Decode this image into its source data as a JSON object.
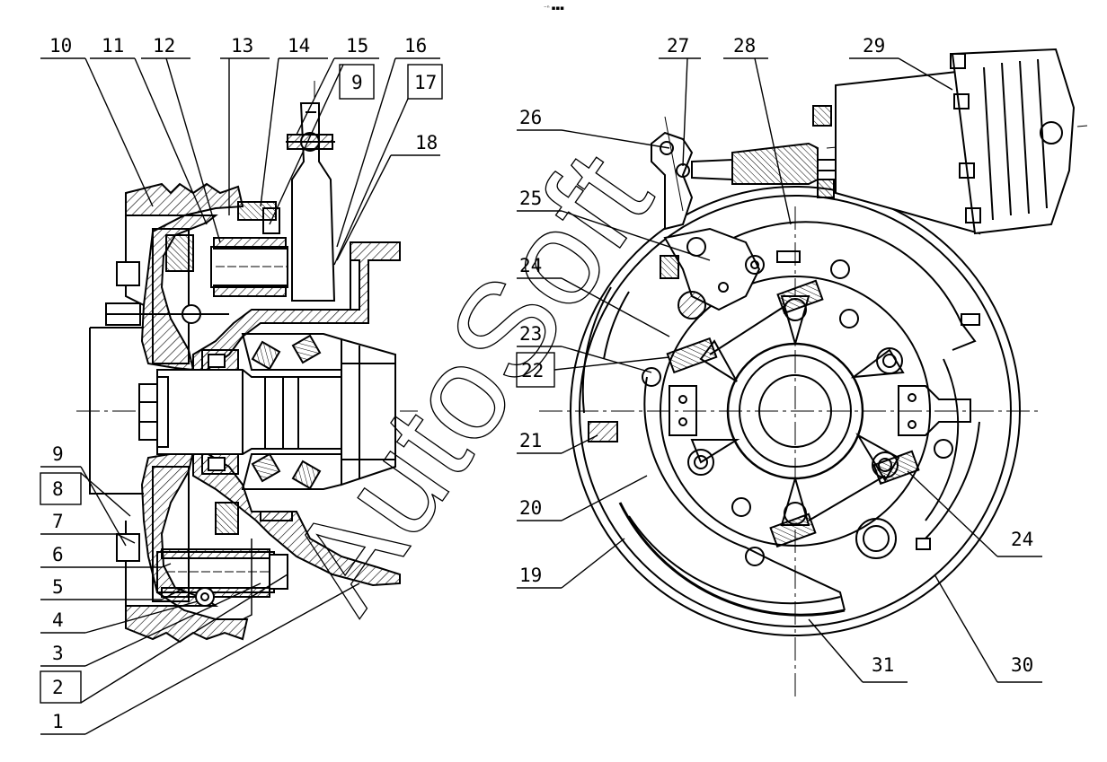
{
  "top_caption": "⁻ⁿ ▪▪▪",
  "watermark": "AutoSoft",
  "left_labels": {
    "l10": "10",
    "l11": "11",
    "l12": "12",
    "l13": "13",
    "l14": "14",
    "l15": "15",
    "l16": "16",
    "l9a": "9",
    "l17": "17",
    "l18": "18",
    "l9b": "9",
    "l8": "8",
    "l7": "7",
    "l6": "6",
    "l5": "5",
    "l4": "4",
    "l3": "3",
    "l2": "2",
    "l1": "1"
  },
  "right_labels": {
    "l27": "27",
    "l28": "28",
    "l29": "29",
    "l26": "26",
    "l25": "25",
    "l24a": "24",
    "l23": "23",
    "l22": "22",
    "l21": "21",
    "l20": "20",
    "l19": "19",
    "l24b": "24",
    "l31": "31",
    "l30": "30"
  }
}
